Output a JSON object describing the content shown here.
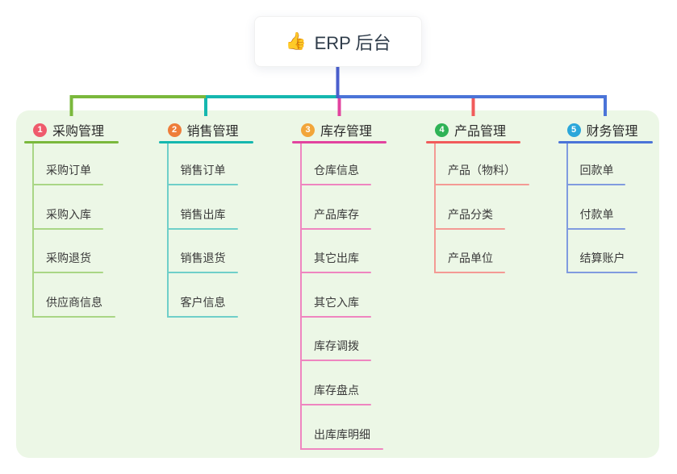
{
  "root": {
    "emoji": "👍",
    "icon": "thumbs-up-icon",
    "label": "ERP 后台",
    "line_color": "#4a5fce"
  },
  "canvas": {
    "panel_color": "#ecf7e6",
    "background_color": "#ffffff"
  },
  "branches": [
    {
      "id": "purchase",
      "badge": "1",
      "badge_color": "#ef5b6c",
      "line_color": "#7ab83c",
      "child_line_color": "#a9d685",
      "label": "采购管理",
      "children": [
        "采购订单",
        "采购入库",
        "采购退货",
        "供应商信息"
      ]
    },
    {
      "id": "sales",
      "badge": "2",
      "badge_color": "#ee7d3a",
      "line_color": "#15b7af",
      "child_line_color": "#6fcfc9",
      "label": "销售管理",
      "children": [
        "销售订单",
        "销售出库",
        "销售退货",
        "客户信息"
      ]
    },
    {
      "id": "inventory",
      "badge": "3",
      "badge_color": "#f2a53a",
      "line_color": "#e2439f",
      "child_line_color": "#ef85c0",
      "label": "库存管理",
      "children": [
        "仓库信息",
        "产品库存",
        "其它出库",
        "其它入库",
        "库存调拨",
        "库存盘点",
        "出库库明细"
      ]
    },
    {
      "id": "product",
      "badge": "4",
      "badge_color": "#2fb356",
      "line_color": "#f15b5b",
      "child_line_color": "#f49a94",
      "label": "产品管理",
      "children": [
        "产品（物料）",
        "产品分类",
        "产品单位"
      ]
    },
    {
      "id": "finance",
      "badge": "5",
      "badge_color": "#2ba7da",
      "line_color": "#4b74d8",
      "child_line_color": "#809bdf",
      "label": "财务管理",
      "children": [
        "回款单",
        "付款单",
        "结算账户"
      ]
    }
  ]
}
